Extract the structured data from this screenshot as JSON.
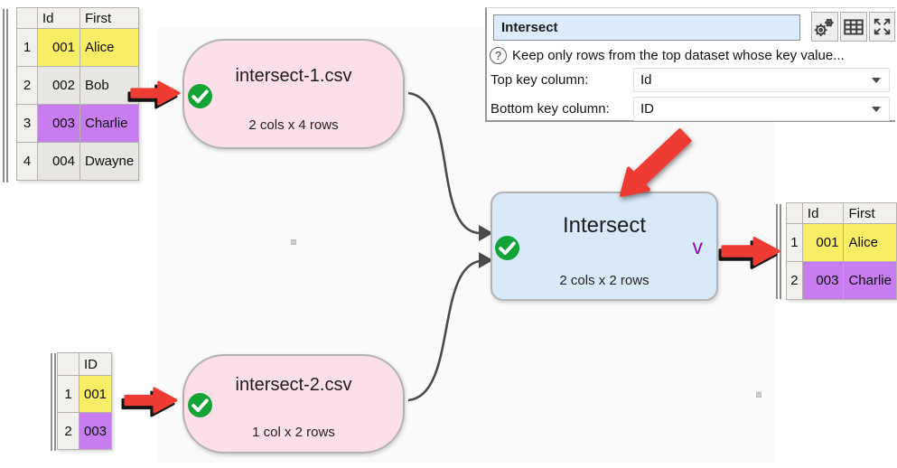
{
  "panel": {
    "title_value": "Intersect",
    "help_text": "Keep only rows from the top dataset whose key value...",
    "fields": {
      "top": {
        "label": "Top key column:",
        "value": "Id"
      },
      "bottom": {
        "label": "Bottom key column:",
        "value": "ID"
      }
    },
    "icons": [
      "settings-gears-icon",
      "table-view-icon",
      "expand-fullscreen-icon",
      "help-question-icon"
    ],
    "help_glyph": "?"
  },
  "nodes": {
    "input1": {
      "title": "intersect-1.csv",
      "subtitle": "2 cols x 4 rows"
    },
    "input2": {
      "title": "intersect-2.csv",
      "subtitle": "1 col x 2 rows"
    },
    "transform": {
      "title": "Intersect",
      "subtitle": "2 cols x 2 rows",
      "chevron": "v"
    }
  },
  "tables": {
    "source1": {
      "headers": [
        "Id",
        "First"
      ],
      "rows": [
        {
          "num": "1",
          "cells": [
            "001",
            "Alice"
          ],
          "highlight": "yellow"
        },
        {
          "num": "2",
          "cells": [
            "002",
            "Bob"
          ],
          "highlight": "gray"
        },
        {
          "num": "3",
          "cells": [
            "003",
            "Charlie"
          ],
          "highlight": "purple"
        },
        {
          "num": "4",
          "cells": [
            "004",
            "Dwayne"
          ],
          "highlight": "gray"
        }
      ]
    },
    "source2": {
      "headers": [
        "ID"
      ],
      "rows": [
        {
          "num": "1",
          "cells": [
            "001"
          ],
          "highlight": "yellow"
        },
        {
          "num": "2",
          "cells": [
            "003"
          ],
          "highlight": "purple"
        }
      ]
    },
    "output": {
      "headers": [
        "Id",
        "First"
      ],
      "rows": [
        {
          "num": "1",
          "cells": [
            "001",
            "Alice"
          ],
          "highlight": "yellow"
        },
        {
          "num": "2",
          "cells": [
            "003",
            "Charlie"
          ],
          "highlight": "purple"
        }
      ]
    }
  },
  "colors": {
    "highlight_yellow": "#f7ee65",
    "highlight_purple": "#c77df0",
    "row_gray": "#e8e6e3",
    "node_pink": "#fcdfe9",
    "node_blue": "#d8e9fa",
    "status_green": "#14a337",
    "annotation_red": "#ee3b33",
    "chevron_purple": "#8a0bb0",
    "edge_gray": "#4a4a4a"
  }
}
